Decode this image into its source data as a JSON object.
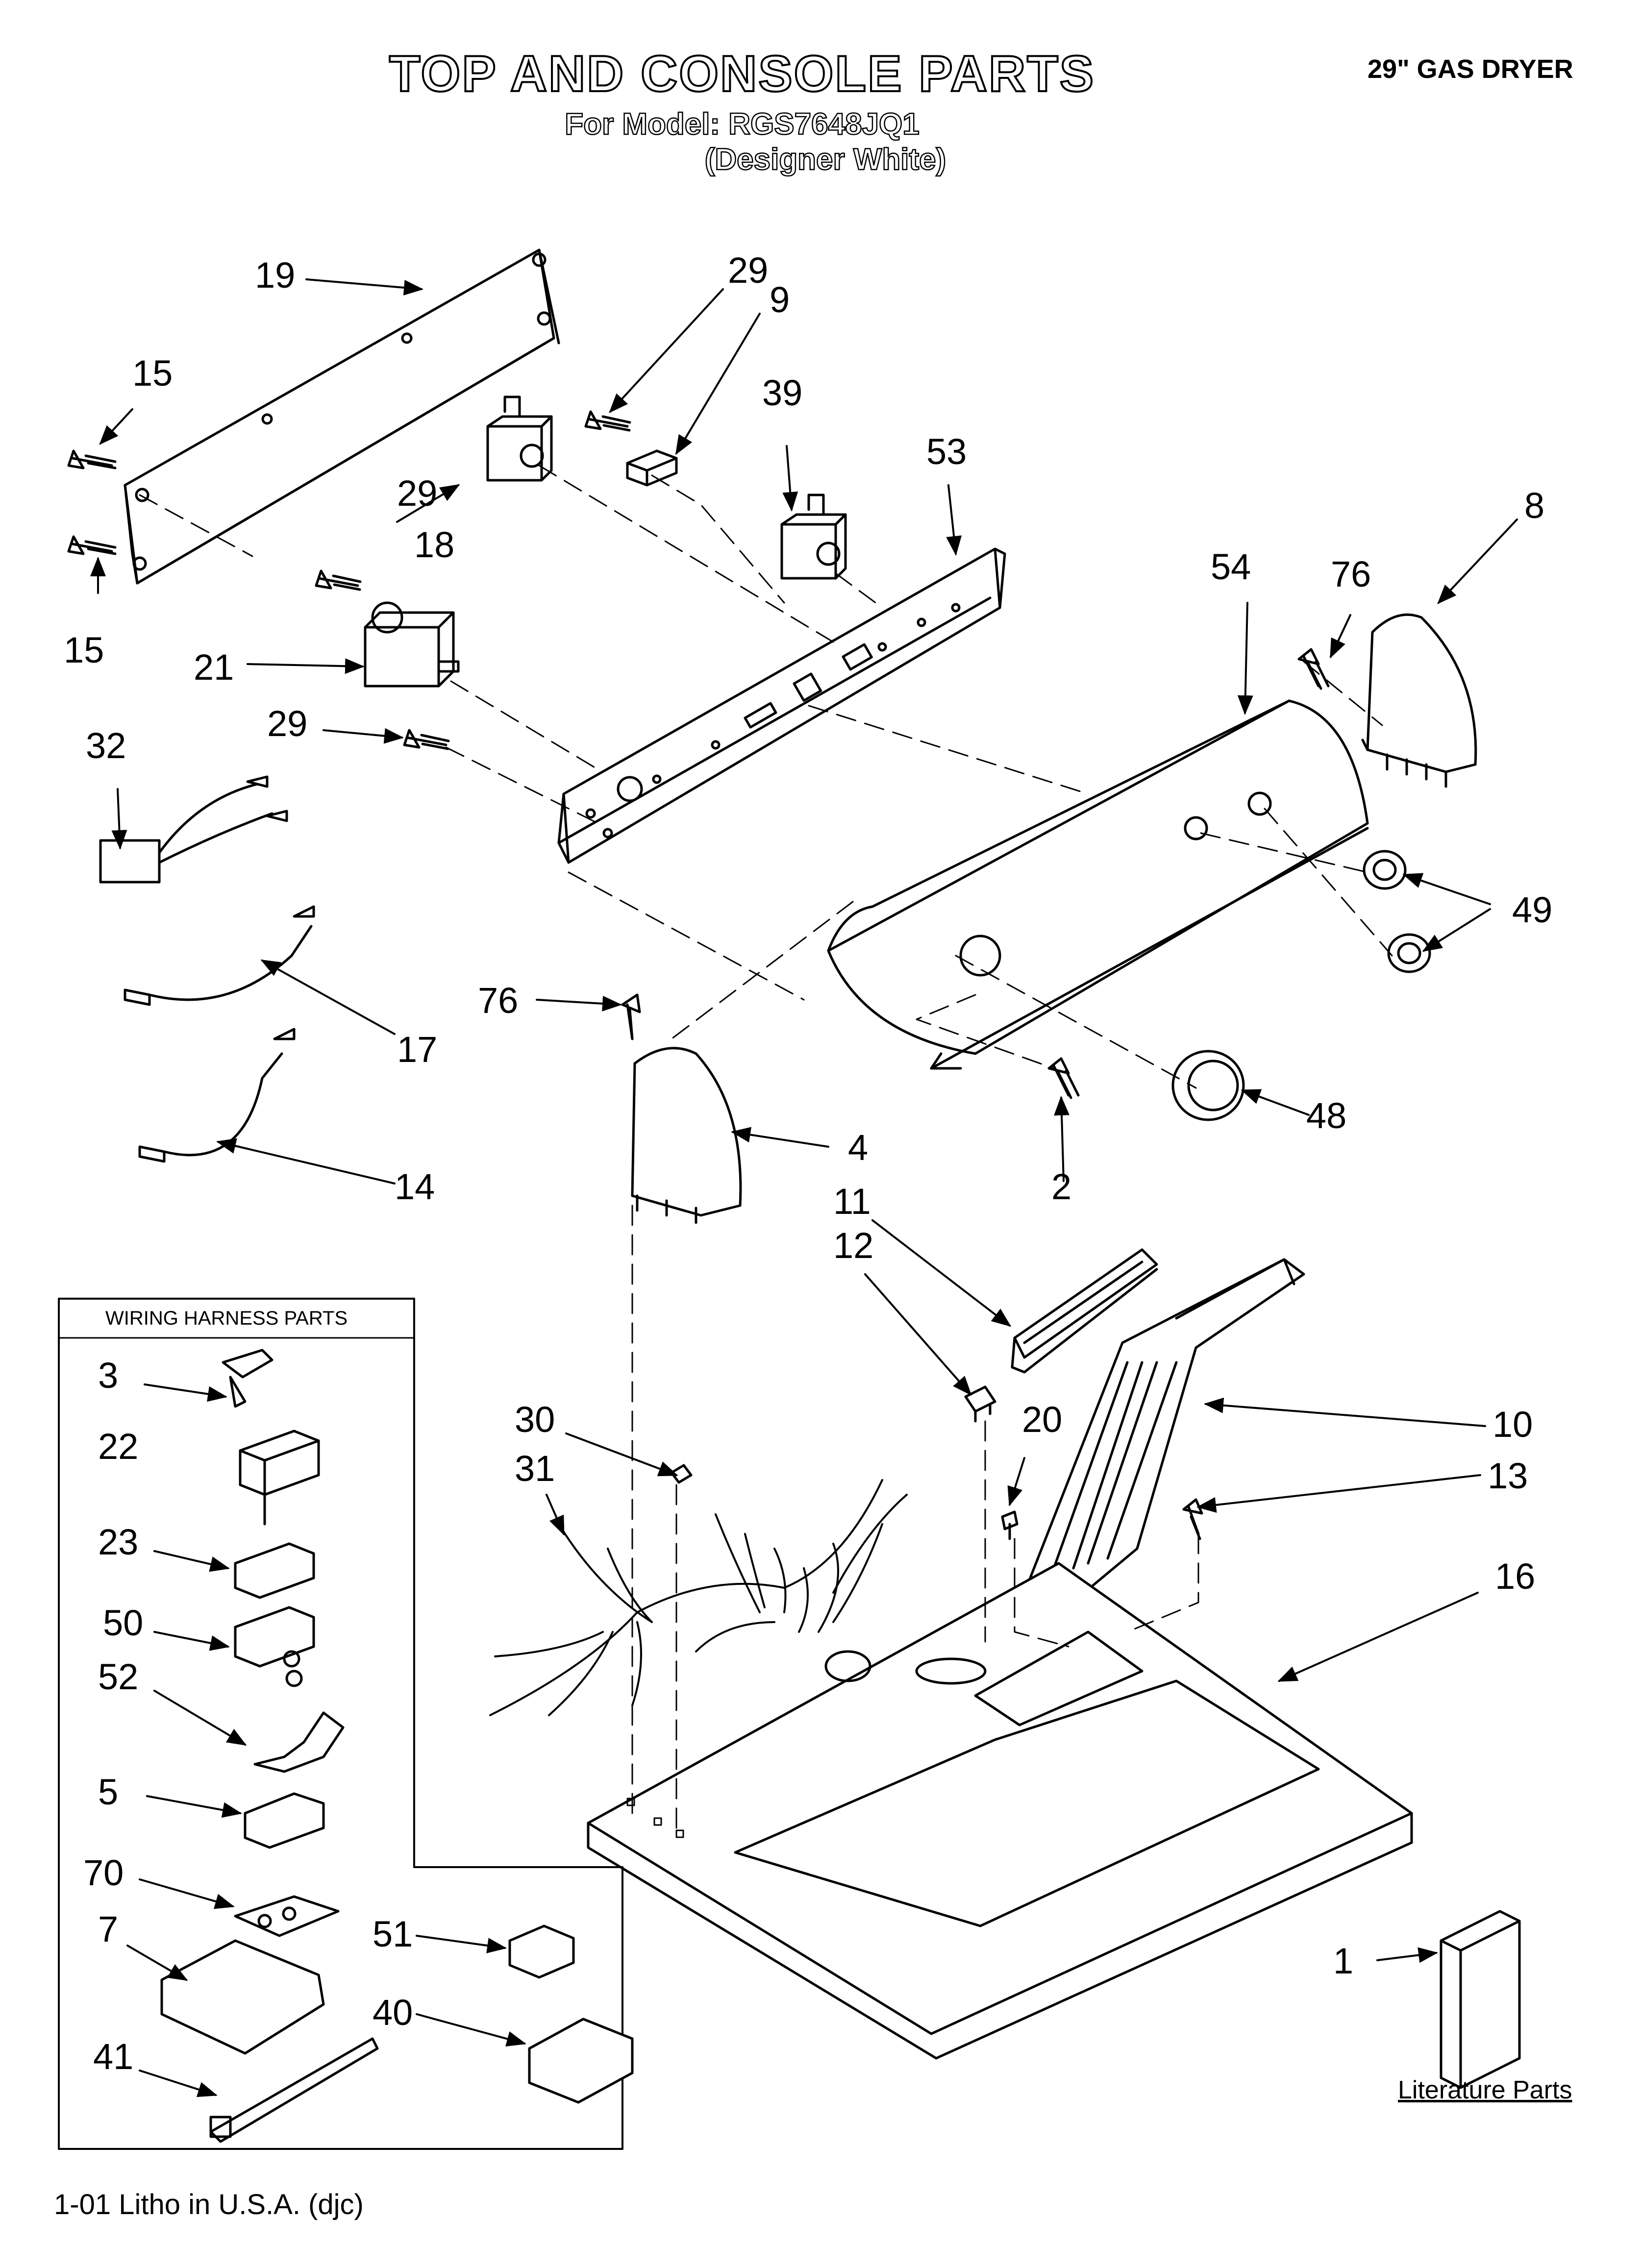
{
  "header": {
    "title": "TOP AND CONSOLE PARTS",
    "model_line": "For Model: RGS7648JQ1",
    "finish_line": "(Designer White)",
    "product": "29\" GAS DRYER"
  },
  "inset": {
    "title": "WIRING HARNESS PARTS"
  },
  "literature": {
    "label": "Literature Parts"
  },
  "footer": {
    "text": "1-01 Litho in U.S.A. (djc)"
  },
  "callouts": [
    {
      "id": "19",
      "label": "19"
    },
    {
      "id": "15a",
      "label": "15"
    },
    {
      "id": "15b",
      "label": "15"
    },
    {
      "id": "29a",
      "label": "29"
    },
    {
      "id": "9",
      "label": "9"
    },
    {
      "id": "39",
      "label": "39"
    },
    {
      "id": "53",
      "label": "53"
    },
    {
      "id": "8",
      "label": "8"
    },
    {
      "id": "29b",
      "label": "29"
    },
    {
      "id": "18",
      "label": "18"
    },
    {
      "id": "54",
      "label": "54"
    },
    {
      "id": "76a",
      "label": "76"
    },
    {
      "id": "21",
      "label": "21"
    },
    {
      "id": "29c",
      "label": "29"
    },
    {
      "id": "32",
      "label": "32"
    },
    {
      "id": "49",
      "label": "49"
    },
    {
      "id": "76b",
      "label": "76"
    },
    {
      "id": "17",
      "label": "17"
    },
    {
      "id": "48",
      "label": "48"
    },
    {
      "id": "4",
      "label": "4"
    },
    {
      "id": "14",
      "label": "14"
    },
    {
      "id": "2",
      "label": "2"
    },
    {
      "id": "11",
      "label": "11"
    },
    {
      "id": "12",
      "label": "12"
    },
    {
      "id": "3",
      "label": "3"
    },
    {
      "id": "22",
      "label": "22"
    },
    {
      "id": "30",
      "label": "30"
    },
    {
      "id": "20",
      "label": "20"
    },
    {
      "id": "10",
      "label": "10"
    },
    {
      "id": "31",
      "label": "31"
    },
    {
      "id": "13",
      "label": "13"
    },
    {
      "id": "23",
      "label": "23"
    },
    {
      "id": "50",
      "label": "50"
    },
    {
      "id": "16",
      "label": "16"
    },
    {
      "id": "52",
      "label": "52"
    },
    {
      "id": "5",
      "label": "5"
    },
    {
      "id": "70",
      "label": "70"
    },
    {
      "id": "51",
      "label": "51"
    },
    {
      "id": "7",
      "label": "7"
    },
    {
      "id": "40",
      "label": "40"
    },
    {
      "id": "1",
      "label": "1"
    },
    {
      "id": "41",
      "label": "41"
    }
  ]
}
